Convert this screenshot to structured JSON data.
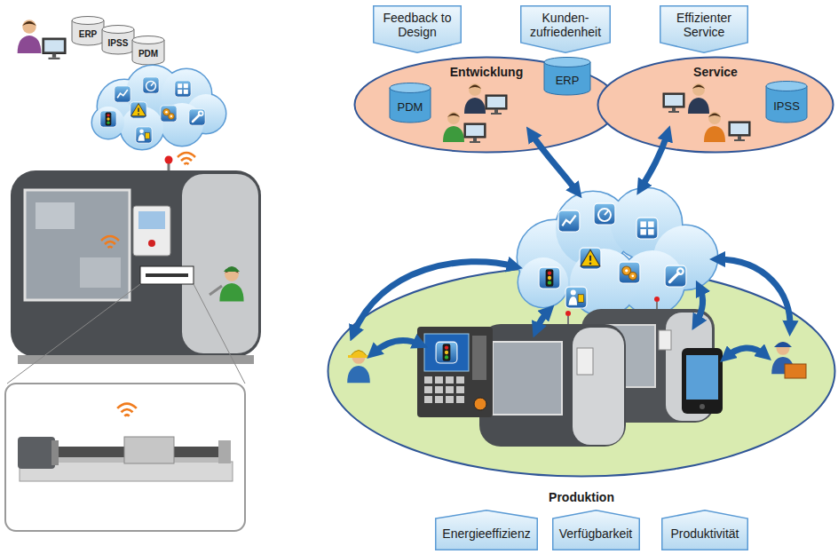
{
  "diagram": {
    "nodes": [
      {
        "text": [
          "ERP"
        ]
      },
      {
        "text": [
          "IPSS"
        ]
      },
      {
        "text": [
          "PDM"
        ]
      },
      {
        "text": [
          "Feedback to Design"
        ]
      },
      {
        "text": [
          "Kunden- zufriedenheit"
        ]
      },
      {
        "text": [
          "Effizienter Service"
        ]
      },
      {
        "text": [
          "Entwicklung"
        ]
      },
      {
        "text": [
          "PDM"
        ],
        "in": 6
      },
      {
        "text": [
          "Service"
        ]
      },
      {
        "text": [
          "IPSS"
        ],
        "in": 8
      },
      {
        "text": [
          "ERP"
        ]
      },
      {
        "text": [
          "Produktion"
        ]
      },
      {
        "text": [
          "Energieeffizienz"
        ]
      },
      {
        "text": [
          "Verfügbarkeit"
        ]
      },
      {
        "text": [
          "Produktivität"
        ]
      }
    ]
  }
}
